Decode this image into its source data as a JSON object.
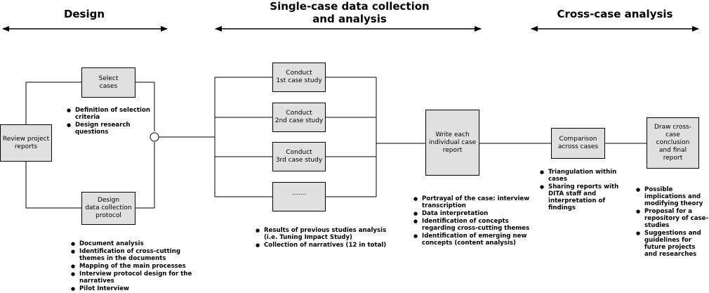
{
  "headings": {
    "design": "Design",
    "single_case_line1": "Single-case data collection",
    "single_case_line2": "and analysis",
    "cross_case": "Cross-case analysis"
  },
  "boxes": {
    "review": [
      "Review project",
      "reports"
    ],
    "select": [
      "Select",
      "cases"
    ],
    "design_protocol": [
      "Design",
      "data collection",
      "protocol"
    ],
    "case1": [
      "Conduct",
      "1st case study"
    ],
    "case2": [
      "Conduct",
      "2nd case study"
    ],
    "case3": [
      "Conduct",
      "3rd case study"
    ],
    "case_more": [
      "……."
    ],
    "write_report": [
      "Write each",
      "individual case",
      "report"
    ],
    "comparison": [
      "Comparison",
      "across cases"
    ],
    "draw_conclusion": [
      "Draw cross-",
      "case conclusion",
      "and final report"
    ]
  },
  "bullets": {
    "select": [
      "Definition of selection criteria",
      "Design research questions"
    ],
    "design_protocol": [
      "Document analysis",
      "Identification of cross-cutting themes in the documents",
      "Mapping of the main processes",
      "Interview protocol design for the narratives",
      "Pilot Interview"
    ],
    "case_studies": [
      "Results of previous studies analysis (i.e. Tuning Impact Study)",
      "Collection of narratives (12 in total)"
    ],
    "write_report": [
      "Portrayal of the case: interview transcription",
      "Data interpretation",
      "Identification of concepts regarding cross-cutting themes",
      "Identification of emerging new concepts (content analysis)"
    ],
    "comparison": [
      "Triangulation within cases",
      "Sharing reports with DITA staff and interpretation of findings"
    ],
    "draw_conclusion": [
      "Possible implications and modifying theory",
      "Proposal for a repository of case-studies",
      "Suggestions and guidelines for future projects and researches"
    ]
  }
}
